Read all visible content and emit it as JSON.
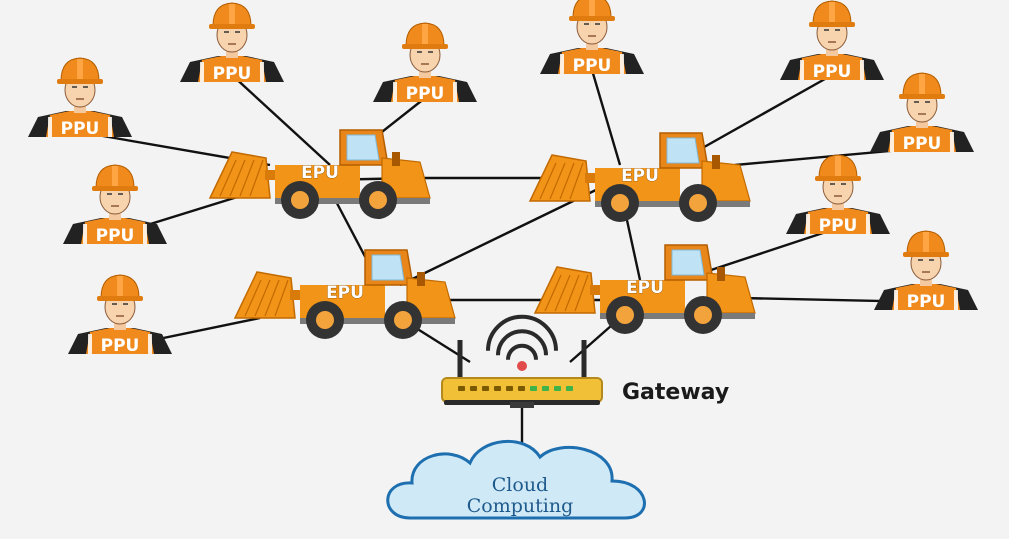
{
  "worker_label": "PPU",
  "loader_label": "EPU",
  "gateway_label": "Gateway",
  "cloud_label_line1": "Cloud",
  "cloud_label_line2": "Computing",
  "colors": {
    "helmet": "#f08a1c",
    "vest": "#f08a1c",
    "loader_body": "#f29417",
    "loader_dark": "#333333",
    "link": "#111111",
    "cloud": "#cfe9f7",
    "router_body": "#f2c037"
  },
  "icons": [
    "worker-icon",
    "loader-icon",
    "router-icon",
    "wifi-icon",
    "cloud-icon"
  ]
}
